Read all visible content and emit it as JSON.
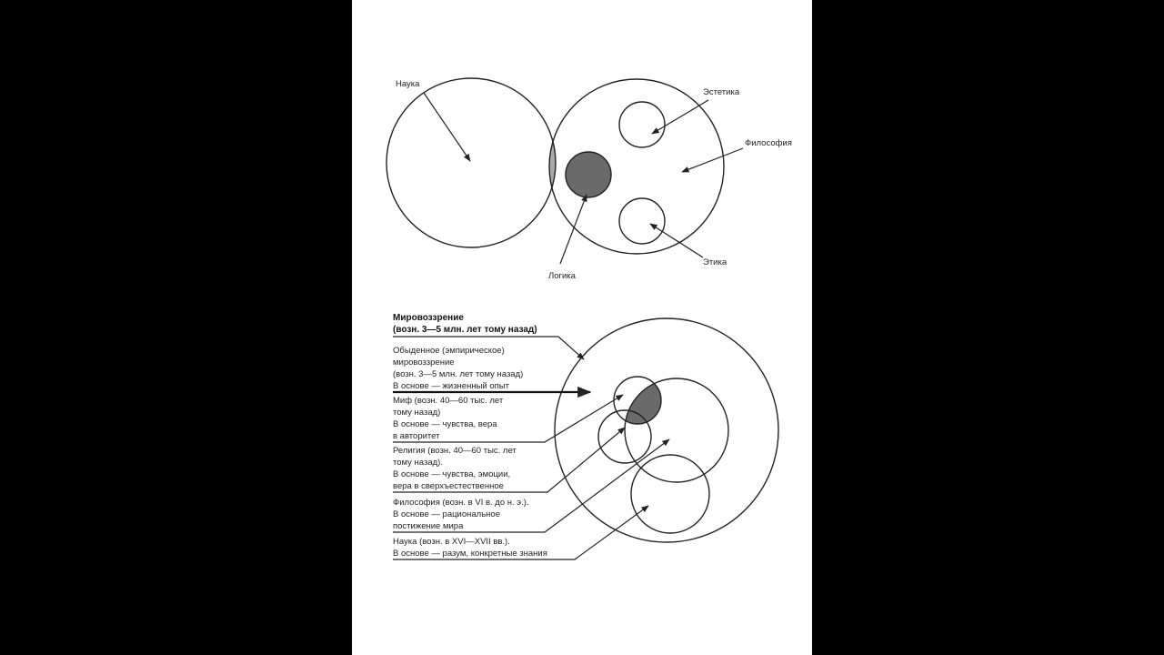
{
  "top_diagram": {
    "labels": {
      "nauka": "Наука",
      "estetika": "Эстетика",
      "filosofiya": "Философия",
      "etika": "Этика",
      "logika": "Логика"
    }
  },
  "bottom_diagram": {
    "title_line1": "Мировоззрение",
    "title_line2": "(возн. 3—5 млн. лет тому назад)",
    "blocks": [
      {
        "lines": [
          "Обыденное (эмпирическое)",
          "мировоззрение",
          "(возн. 3—5 млн. лет тому назад)",
          "В основе — жизненный опыт"
        ]
      },
      {
        "lines": [
          "Миф (возн. 40—60 тыс. лет",
          "тому назад)",
          "В основе — чувства, вера",
          "в авторитет"
        ]
      },
      {
        "lines": [
          "Религия (возн. 40—60 тыс. лет",
          "тому назад).",
          "В основе — чувства, эмоции,",
          "вера в сверхъестественное"
        ]
      },
      {
        "lines": [
          "Философия (возн. в VI в. до н. э.).",
          "В основе — рациональное",
          "постижение мира"
        ]
      },
      {
        "lines": [
          "Наука (возн. в XVI—XVII вв.).",
          "В основе — разум, конкретные знания"
        ]
      }
    ]
  },
  "colors": {
    "page": "#ffffff",
    "background": "#000000",
    "light_gray": "#a9a9a9",
    "dark_gray": "#6a6a6a",
    "ink": "#222222"
  }
}
